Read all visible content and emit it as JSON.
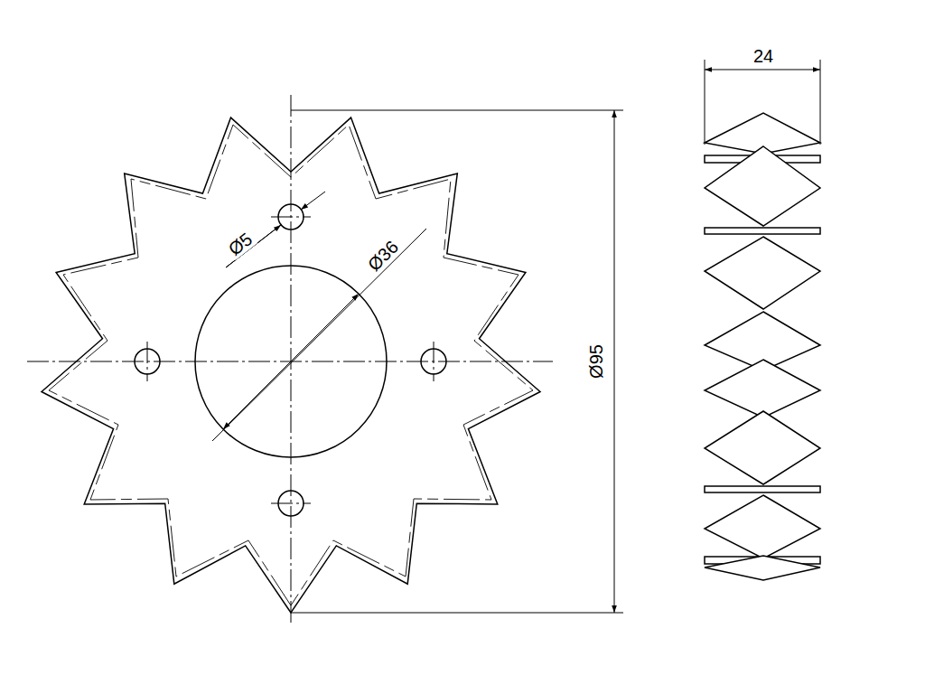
{
  "diagram": {
    "labels": [
      "24",
      "Ø5",
      "Ø36",
      "Ø95"
    ]
  }
}
